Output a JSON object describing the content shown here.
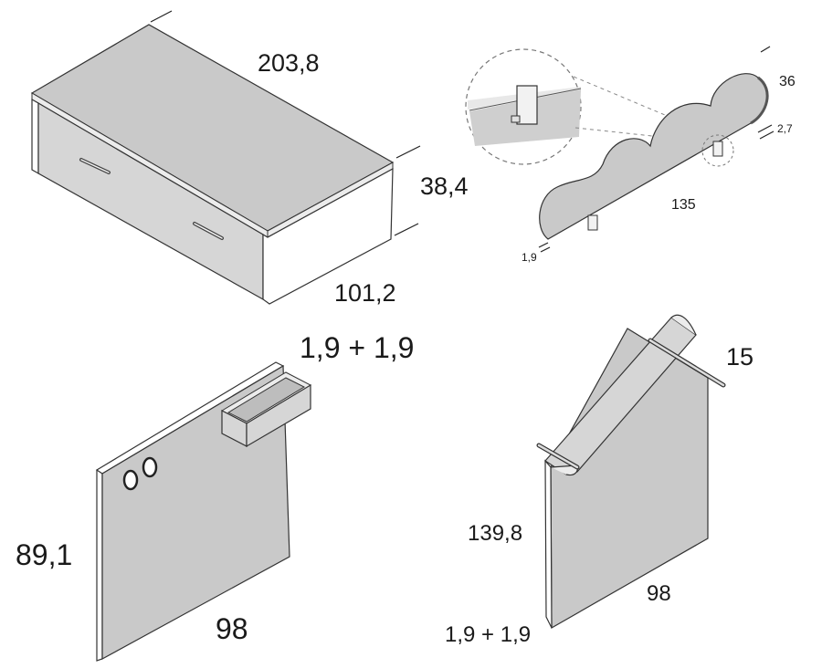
{
  "figures": {
    "bed_drawer": {
      "length": "203,8",
      "height": "38,4",
      "depth": "101,2"
    },
    "cloud_guard": {
      "height": "36",
      "thickness": "2,7",
      "length": "135",
      "panel": "1,9"
    },
    "board_shelf": {
      "shelf_thickness": "1,9 + 1,9",
      "height": "89,1",
      "width": "98"
    },
    "house_headboard": {
      "roof": "15",
      "height": "139,8",
      "width": "98",
      "thickness": "1,9 + 1,9"
    }
  },
  "colors": {
    "panel": "#c9c9c9",
    "panel_light": "#d6d6d6",
    "panel_dark": "#a8a8a8",
    "line": "#222222"
  }
}
